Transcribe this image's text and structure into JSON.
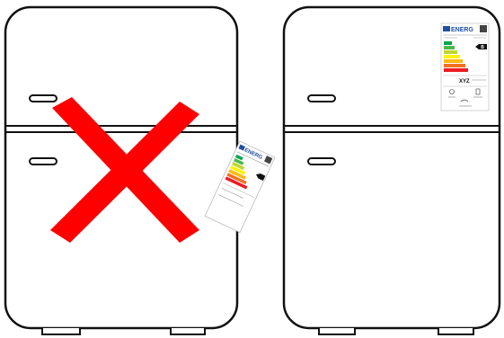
{
  "energy_label": {
    "title": "ENERG",
    "class_letter": "B",
    "supplier_name": "XYZ"
  },
  "colors": {
    "outline": "#111111",
    "cross": "#ff0000",
    "label_blue": "#1f4fa3",
    "scale": [
      "#00a650",
      "#4cb848",
      "#bed630",
      "#fff200",
      "#fdb913",
      "#f37021",
      "#ed1c24"
    ]
  },
  "icons": [
    "wrong-placement-cross-icon",
    "qr-code-icon",
    "freezer-icon",
    "fridge-icon",
    "noise-icon"
  ]
}
